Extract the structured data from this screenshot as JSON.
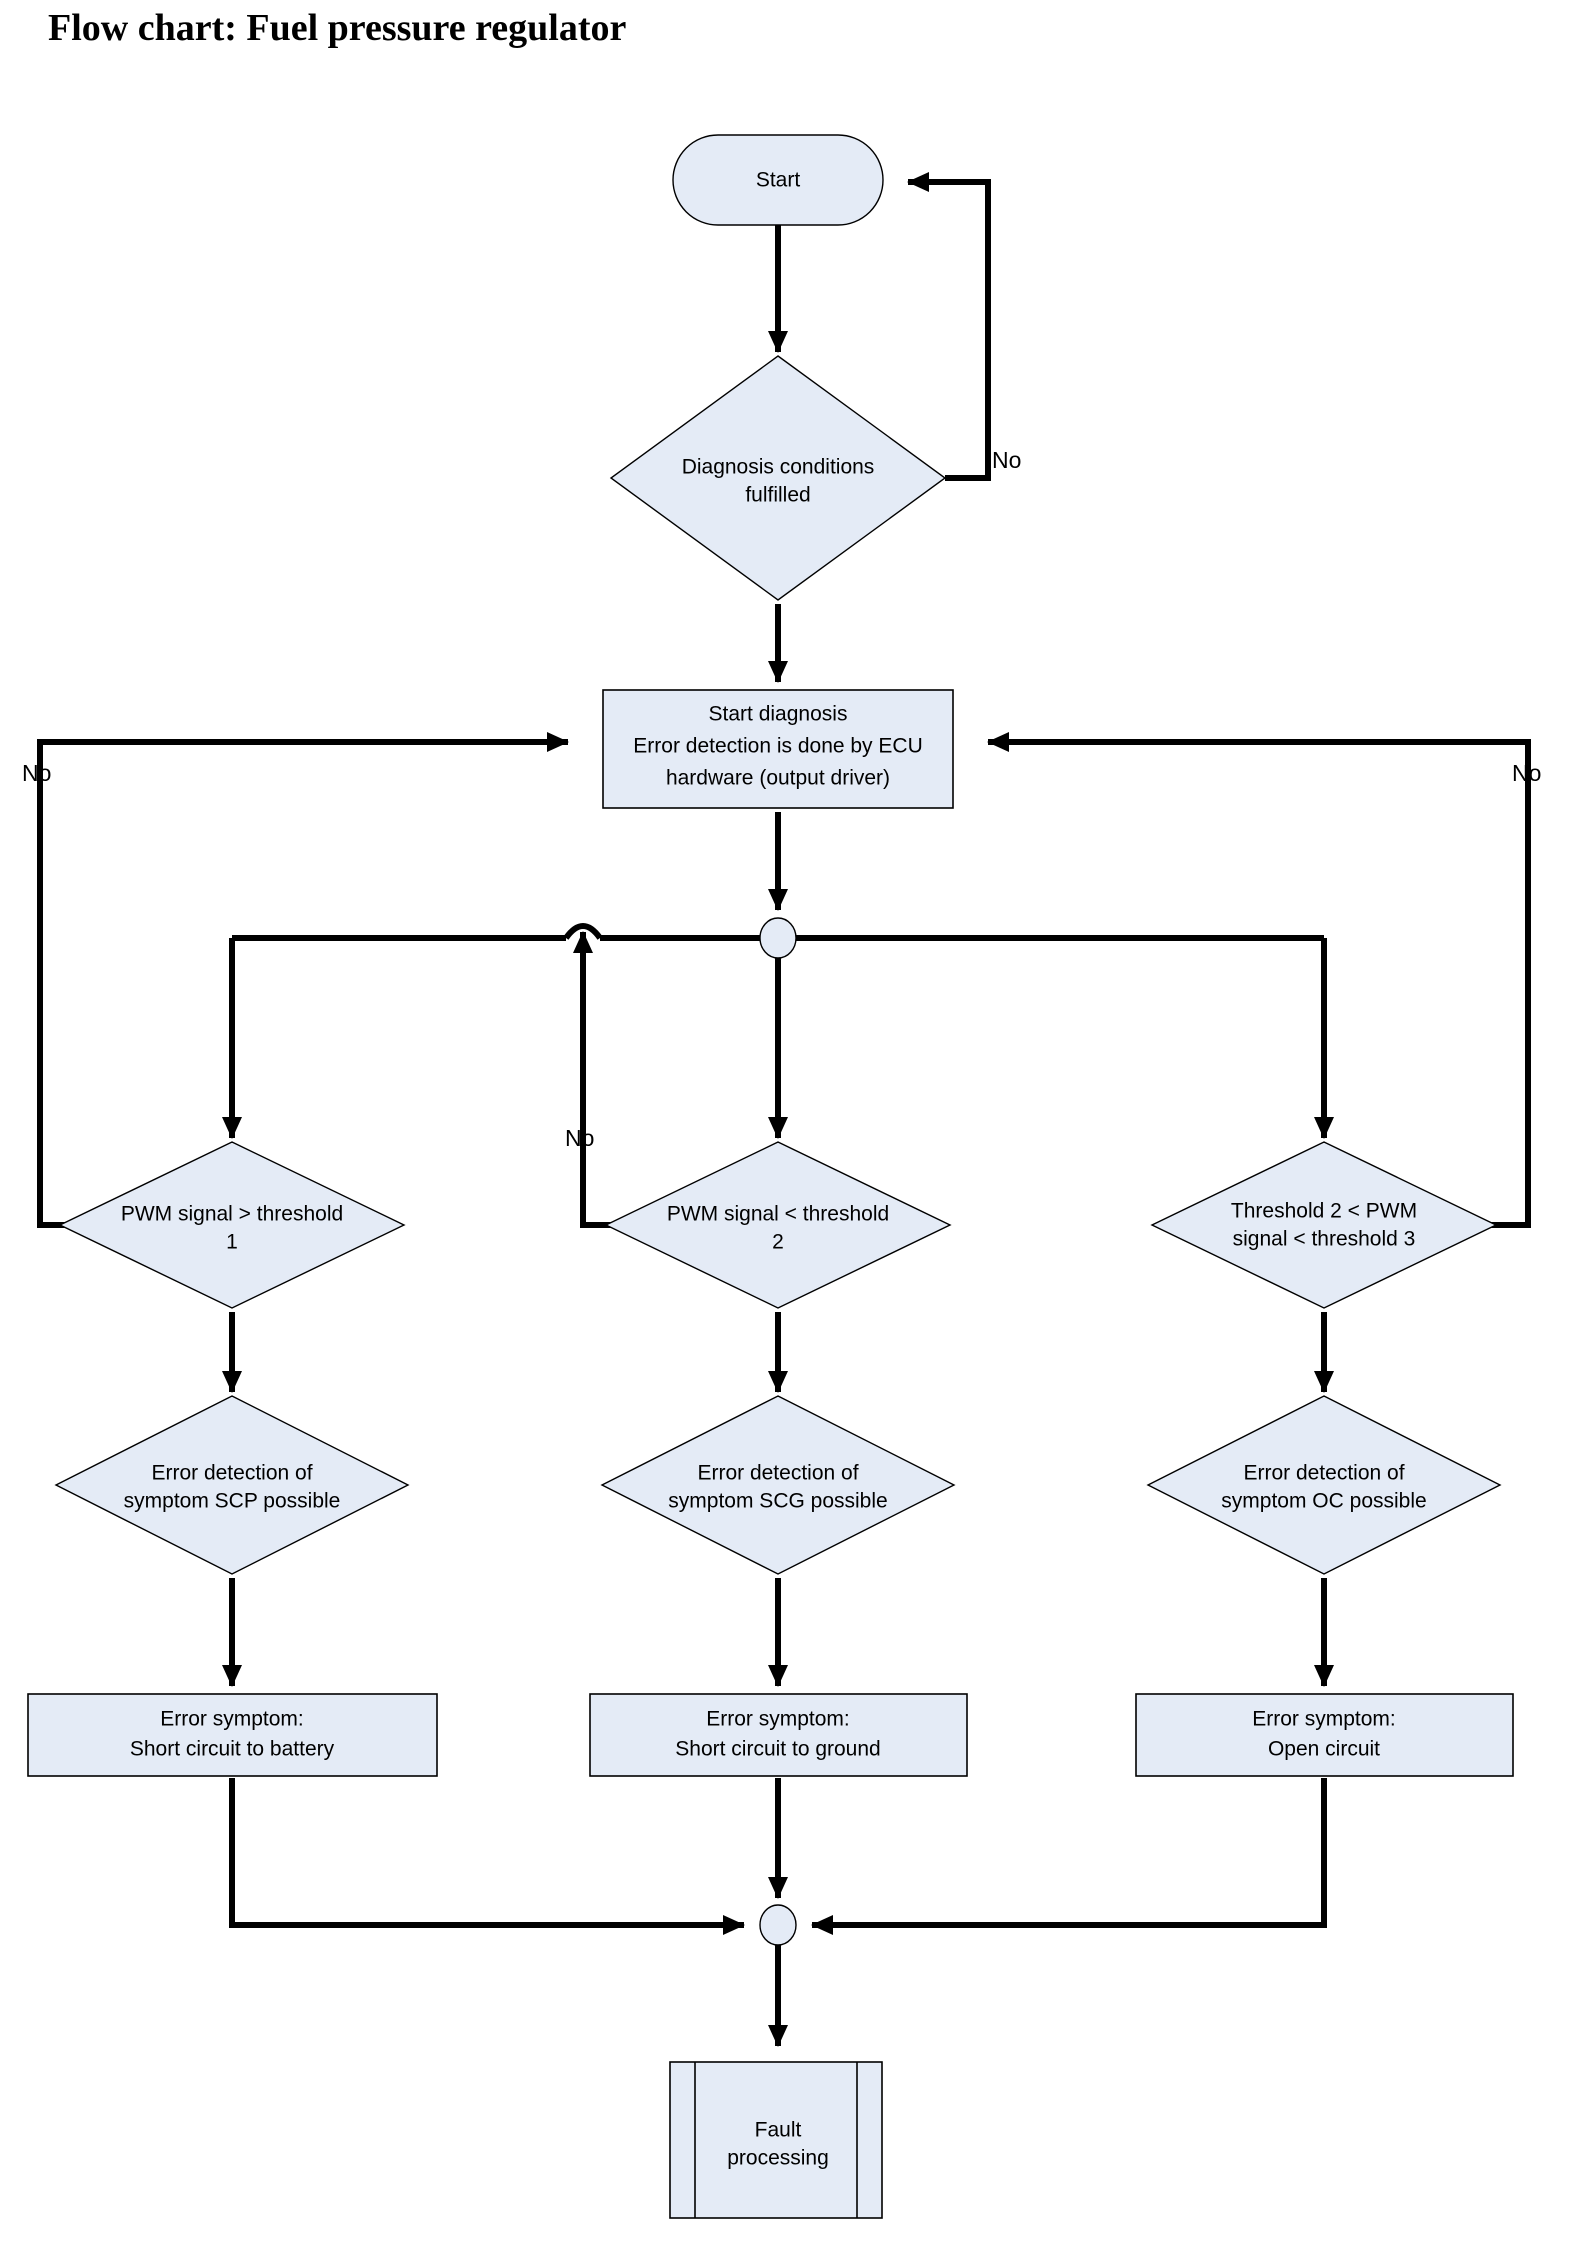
{
  "title": "Flow chart: Fuel pressure regulator",
  "colors": {
    "shape_fill": "#e4ebf6",
    "shape_stroke": "#000000",
    "connector": "#000000",
    "background": "#ffffff"
  },
  "nodes": {
    "start": {
      "label": "Start",
      "shape": "terminator"
    },
    "diagnosis_conditions": {
      "line1": "Diagnosis conditions",
      "line2": "fulfilled",
      "shape": "decision"
    },
    "start_diagnosis": {
      "line1": "Start diagnosis",
      "line2": "Error detection is done by ECU",
      "line3": "hardware (output driver)",
      "shape": "process"
    },
    "split_junction": {
      "label": "",
      "shape": "connector-circle"
    },
    "merge_junction": {
      "label": "",
      "shape": "connector-circle"
    },
    "pwm_gt_threshold1": {
      "line1": "PWM signal > threshold",
      "line2": "1",
      "shape": "decision"
    },
    "pwm_lt_threshold2": {
      "line1": "PWM signal < threshold",
      "line2": "2",
      "shape": "decision"
    },
    "threshold2_lt_pwm_lt_threshold3": {
      "line1": "Threshold 2 < PWM",
      "line2": "signal < threshold 3",
      "shape": "decision"
    },
    "error_detection_scp": {
      "line1": "Error detection of",
      "line2": "symptom SCP possible",
      "shape": "decision"
    },
    "error_detection_scg": {
      "line1": "Error detection of",
      "line2": "symptom SCG possible",
      "shape": "decision"
    },
    "error_detection_oc": {
      "line1": "Error detection of",
      "line2": "symptom OC possible",
      "shape": "decision"
    },
    "symptom_scp": {
      "line1": "Error symptom:",
      "line2": "Short circuit to battery",
      "shape": "process"
    },
    "symptom_scg": {
      "line1": "Error symptom:",
      "line2": "Short circuit to ground",
      "shape": "process"
    },
    "symptom_oc": {
      "line1": "Error symptom:",
      "line2": "Open circuit",
      "shape": "process"
    },
    "fault_processing": {
      "line1": "Fault",
      "line2": "processing",
      "shape": "predefined-process"
    }
  },
  "edge_labels": {
    "diagnosis_no": "No",
    "left_branch_no": "No",
    "middle_branch_no": "No",
    "right_branch_no": "No"
  },
  "chart_data": {
    "type": "flowchart",
    "title": "Flow chart: Fuel pressure regulator",
    "shapes": [
      {
        "id": "start",
        "type": "terminator",
        "text": "Start"
      },
      {
        "id": "diagnosis_conditions",
        "type": "decision",
        "text": "Diagnosis conditions fulfilled"
      },
      {
        "id": "start_diagnosis",
        "type": "process",
        "text": "Start diagnosis / Error detection is done by ECU hardware (output driver)"
      },
      {
        "id": "split_junction",
        "type": "connector"
      },
      {
        "id": "pwm_gt_threshold1",
        "type": "decision",
        "text": "PWM signal > threshold 1"
      },
      {
        "id": "pwm_lt_threshold2",
        "type": "decision",
        "text": "PWM signal < threshold 2"
      },
      {
        "id": "threshold2_lt_pwm_lt_threshold3",
        "type": "decision",
        "text": "Threshold 2 < PWM signal < threshold 3"
      },
      {
        "id": "error_detection_scp",
        "type": "decision",
        "text": "Error detection of symptom SCP possible"
      },
      {
        "id": "error_detection_scg",
        "type": "decision",
        "text": "Error detection of symptom SCG possible"
      },
      {
        "id": "error_detection_oc",
        "type": "decision",
        "text": "Error detection of symptom OC possible"
      },
      {
        "id": "symptom_scp",
        "type": "process",
        "text": "Error symptom: Short circuit to battery"
      },
      {
        "id": "symptom_scg",
        "type": "process",
        "text": "Error symptom: Short circuit to ground"
      },
      {
        "id": "symptom_oc",
        "type": "process",
        "text": "Error symptom: Open circuit"
      },
      {
        "id": "merge_junction",
        "type": "connector"
      },
      {
        "id": "fault_processing",
        "type": "predefined-process",
        "text": "Fault processing"
      }
    ],
    "edges": [
      {
        "from": "start",
        "to": "diagnosis_conditions",
        "label": ""
      },
      {
        "from": "diagnosis_conditions",
        "to": "start",
        "label": "No"
      },
      {
        "from": "diagnosis_conditions",
        "to": "start_diagnosis",
        "label": ""
      },
      {
        "from": "start_diagnosis",
        "to": "split_junction",
        "label": ""
      },
      {
        "from": "split_junction",
        "to": "pwm_gt_threshold1",
        "label": ""
      },
      {
        "from": "split_junction",
        "to": "pwm_lt_threshold2",
        "label": ""
      },
      {
        "from": "split_junction",
        "to": "threshold2_lt_pwm_lt_threshold3",
        "label": ""
      },
      {
        "from": "pwm_gt_threshold1",
        "to": "start_diagnosis",
        "label": "No"
      },
      {
        "from": "pwm_lt_threshold2",
        "to": "start_diagnosis",
        "label": "No"
      },
      {
        "from": "threshold2_lt_pwm_lt_threshold3",
        "to": "start_diagnosis",
        "label": "No"
      },
      {
        "from": "pwm_gt_threshold1",
        "to": "error_detection_scp",
        "label": ""
      },
      {
        "from": "pwm_lt_threshold2",
        "to": "error_detection_scg",
        "label": ""
      },
      {
        "from": "threshold2_lt_pwm_lt_threshold3",
        "to": "error_detection_oc",
        "label": ""
      },
      {
        "from": "error_detection_scp",
        "to": "symptom_scp",
        "label": ""
      },
      {
        "from": "error_detection_scg",
        "to": "symptom_scg",
        "label": ""
      },
      {
        "from": "error_detection_oc",
        "to": "symptom_oc",
        "label": ""
      },
      {
        "from": "symptom_scp",
        "to": "merge_junction",
        "label": ""
      },
      {
        "from": "symptom_scg",
        "to": "merge_junction",
        "label": ""
      },
      {
        "from": "symptom_oc",
        "to": "merge_junction",
        "label": ""
      },
      {
        "from": "merge_junction",
        "to": "fault_processing",
        "label": ""
      }
    ]
  }
}
